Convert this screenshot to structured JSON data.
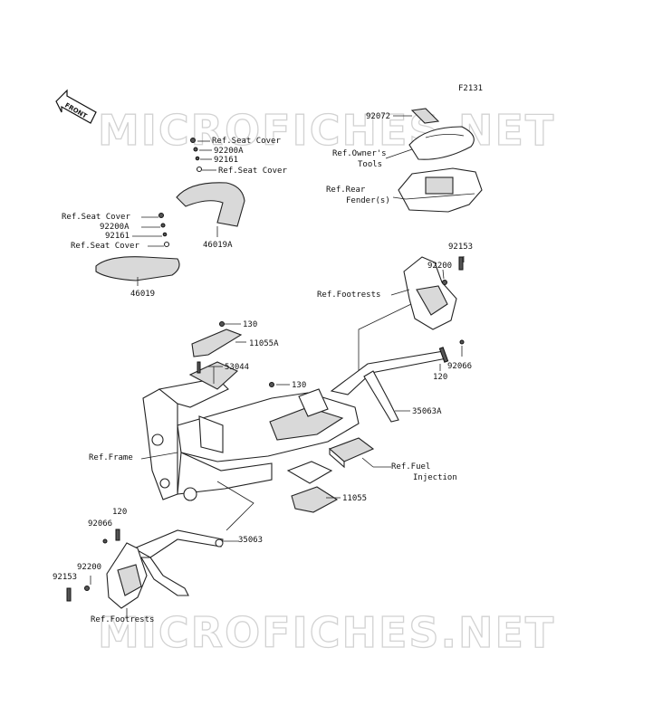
{
  "figure_code": "F2131",
  "front_arrow": "FRONT",
  "watermark": "MICROFICHES.NET",
  "labels": {
    "p92072": "92072",
    "ref_owners_tools_1": "Ref.Owner's",
    "ref_owners_tools_2": "Tools",
    "ref_rear_fender_1": "Ref.Rear",
    "ref_rear_fender_2": "Fender(s)",
    "ref_seat_cover_a": "Ref.Seat Cover",
    "p92200a_a": "92200A",
    "p92161_a": "92161",
    "ref_seat_cover_b": "Ref.Seat Cover",
    "p46019a": "46019A",
    "ref_seat_cover_c": "Ref.Seat Cover",
    "p92200a_b": "92200A",
    "p92161_b": "92161",
    "ref_seat_cover_d": "Ref.Seat Cover",
    "p46019": "46019",
    "p92153_r": "92153",
    "p92200_r": "92200",
    "ref_footrests_r": "Ref.Footrests",
    "p130_a": "130",
    "p11055a": "11055A",
    "p53044": "53044",
    "p130_b": "130",
    "p120_r": "120",
    "p92066_r": "92066",
    "p35063a": "35063A",
    "ref_frame": "Ref.Frame",
    "ref_fuel_1": "Ref.Fuel",
    "ref_fuel_2": "Injection",
    "p11055": "11055",
    "p120_l": "120",
    "p92066_l": "92066",
    "p35063": "35063",
    "p92200_l": "92200",
    "p92153_l": "92153",
    "ref_footrests_l": "Ref.Footrests"
  }
}
